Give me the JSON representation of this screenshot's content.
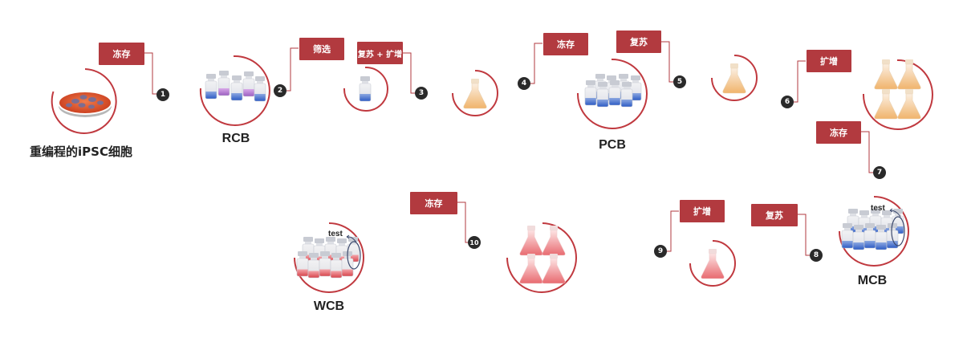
{
  "steps": [
    {
      "num": "1",
      "action": "冻存"
    },
    {
      "num": "2",
      "action": "筛选"
    },
    {
      "num": "3",
      "action": "复苏 + 扩增"
    },
    {
      "num": "4",
      "action": "冻存"
    },
    {
      "num": "5",
      "action": "复苏"
    },
    {
      "num": "6",
      "action": "扩增"
    },
    {
      "num": "7",
      "action": "冻存"
    },
    {
      "num": "8",
      "action": "复苏"
    },
    {
      "num": "9",
      "action": "扩增"
    },
    {
      "num": "10",
      "action": "冻存"
    }
  ],
  "stages": {
    "source": "重编程的iPSC细胞",
    "rcb": "RCB",
    "pcb": "PCB",
    "mcb": "MCB",
    "wcb": "WCB"
  },
  "test_labels": {
    "mcb": "test",
    "wcb": "test"
  },
  "colors": {
    "accent": "#b23a3f",
    "ring": "#c0393f",
    "badge": "#2a2a2a"
  }
}
